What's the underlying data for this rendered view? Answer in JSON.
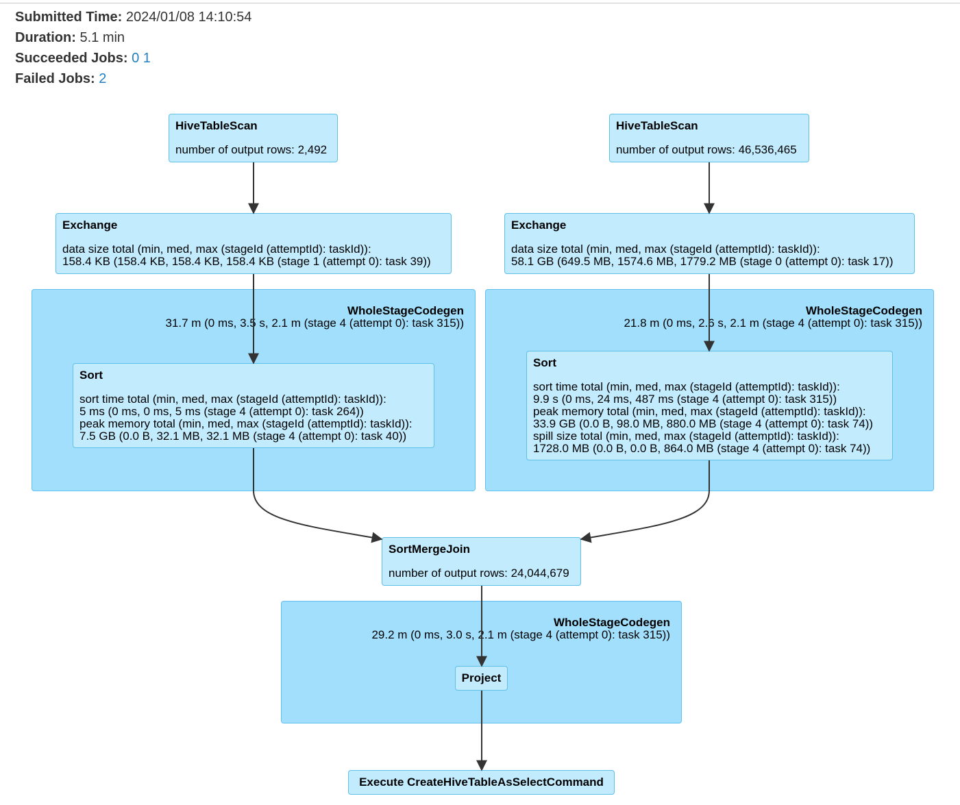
{
  "summary": {
    "submitted_label": "Submitted Time:",
    "submitted_value": "2024/01/08 14:10:54",
    "duration_label": "Duration:",
    "duration_value": "5.1 min",
    "succeeded_label": "Succeeded Jobs:",
    "succeeded_jobs": [
      "0",
      "1"
    ],
    "failed_label": "Failed Jobs:",
    "failed_jobs": [
      "2"
    ]
  },
  "plan": {
    "left_scan": {
      "title": "HiveTableScan",
      "metric": "number of output rows: 2,492"
    },
    "right_scan": {
      "title": "HiveTableScan",
      "metric": "number of output rows: 46,536,465"
    },
    "left_exchange": {
      "title": "Exchange",
      "line1": "data size total (min, med, max (stageId (attemptId): taskId)):",
      "line2": "158.4 KB (158.4 KB, 158.4 KB, 158.4 KB (stage 1 (attempt 0): task 39))"
    },
    "right_exchange": {
      "title": "Exchange",
      "line1": "data size total (min, med, max (stageId (attemptId): taskId)):",
      "line2": "58.1 GB (649.5 MB, 1574.6 MB, 1779.2 MB (stage 0 (attempt 0): task 17))"
    },
    "left_codegen": {
      "name": "WholeStageCodegen",
      "time": "31.7 m (0 ms, 3.5 s, 2.1 m (stage 4 (attempt 0): task 315))"
    },
    "right_codegen": {
      "name": "WholeStageCodegen",
      "time": "21.8 m (0 ms, 2.6 s, 2.1 m (stage 4 (attempt 0): task 315))"
    },
    "left_sort": {
      "title": "Sort",
      "lines": [
        "sort time total (min, med, max (stageId (attemptId): taskId)):",
        "5 ms (0 ms, 0 ms, 5 ms (stage 4 (attempt 0): task 264))",
        "peak memory total (min, med, max (stageId (attemptId): taskId)):",
        "7.5 GB (0.0 B, 32.1 MB, 32.1 MB (stage 4 (attempt 0): task 40))"
      ]
    },
    "right_sort": {
      "title": "Sort",
      "lines": [
        "sort time total (min, med, max (stageId (attemptId): taskId)):",
        "9.9 s (0 ms, 24 ms, 487 ms (stage 4 (attempt 0): task 315))",
        "peak memory total (min, med, max (stageId (attemptId): taskId)):",
        "33.9 GB (0.0 B, 98.0 MB, 880.0 MB (stage 4 (attempt 0): task 74))",
        "spill size total (min, med, max (stageId (attemptId): taskId)):",
        "1728.0 MB (0.0 B, 0.0 B, 864.0 MB (stage 4 (attempt 0): task 74))"
      ]
    },
    "join": {
      "title": "SortMergeJoin",
      "metric": "number of output rows: 24,044,679"
    },
    "bottom_codegen": {
      "name": "WholeStageCodegen",
      "time": "29.2 m (0 ms, 3.0 s, 2.1 m (stage 4 (attempt 0): task 315))"
    },
    "project": {
      "title": "Project"
    },
    "execute": {
      "title": "Execute CreateHiveTableAsSelectCommand"
    }
  },
  "colors": {
    "cluster_fill": "#a2dffc",
    "node_fill": "#c2ebfe",
    "border": "#5ebfe9",
    "link": "#1f7fc0"
  }
}
